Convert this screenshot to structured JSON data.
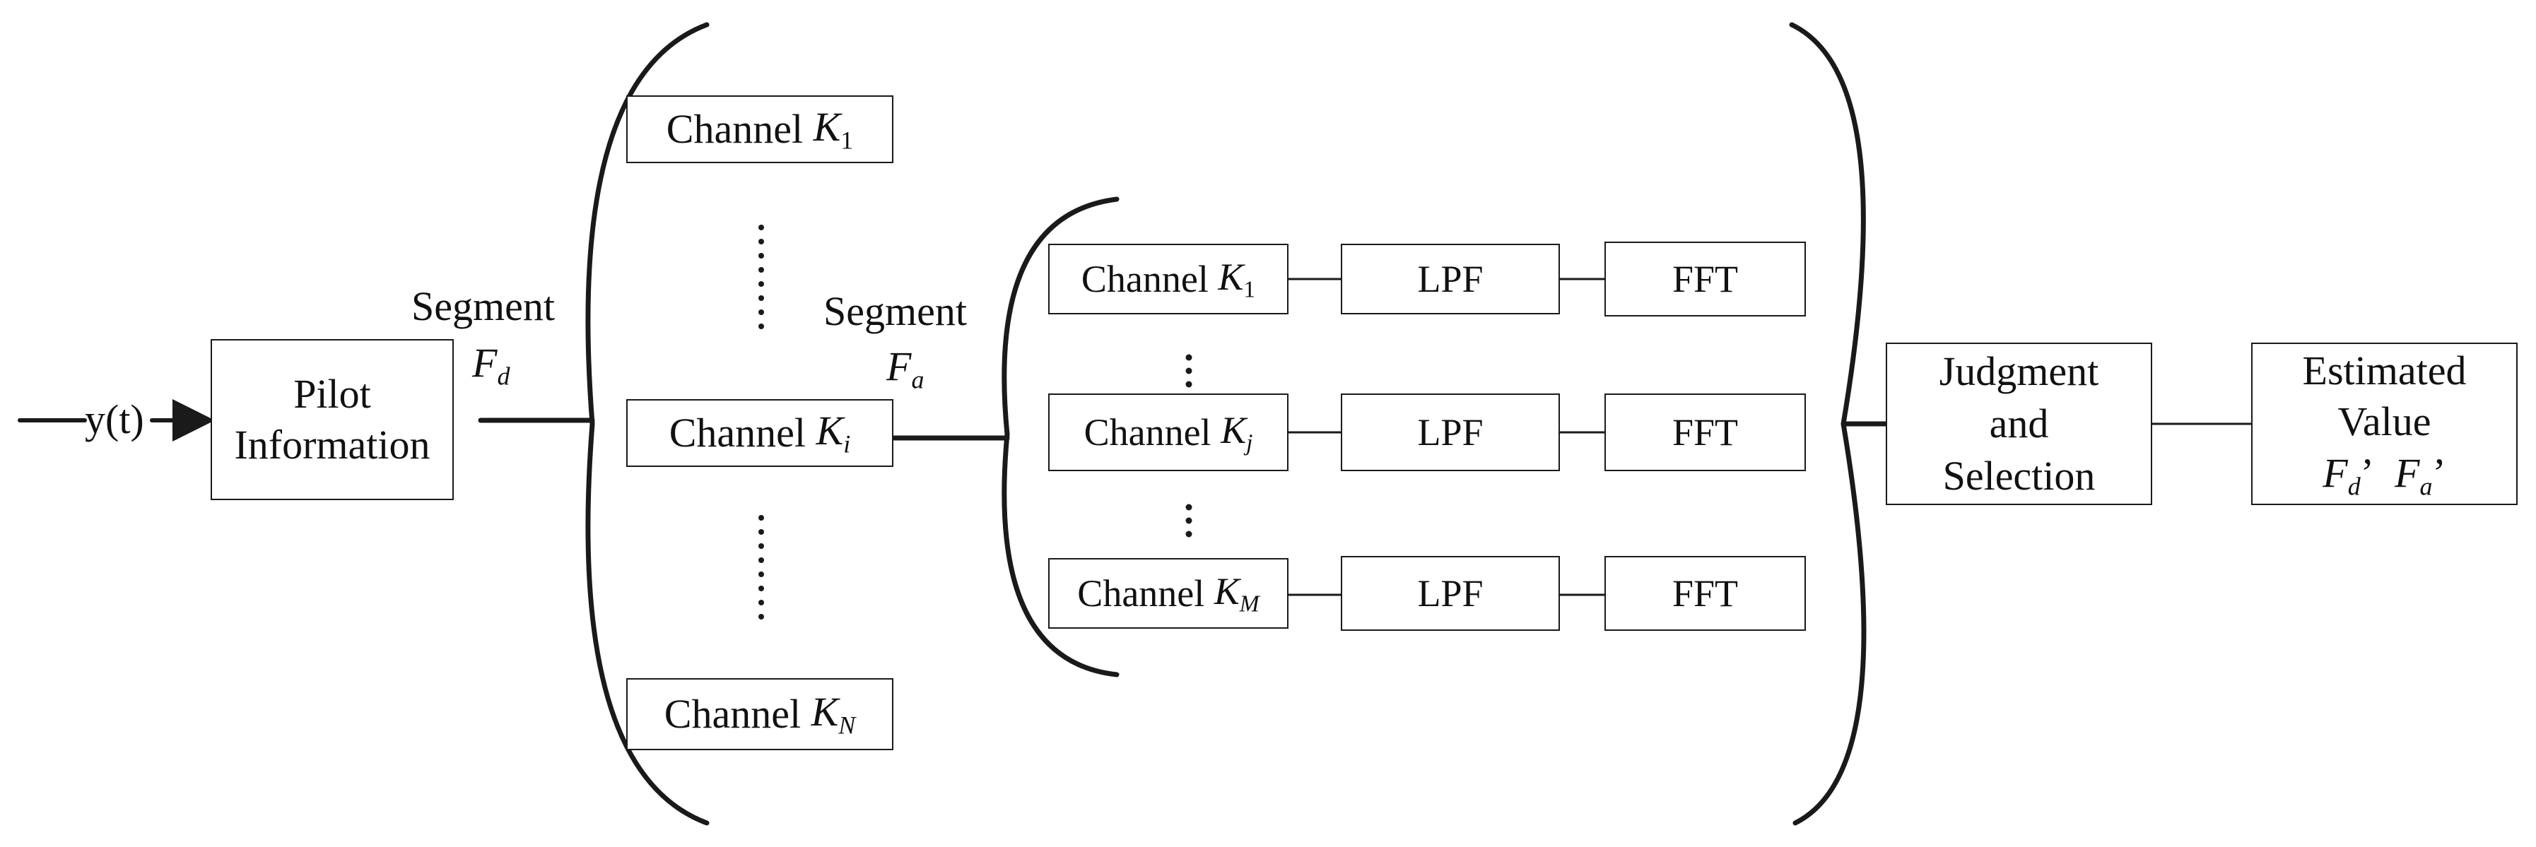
{
  "input_label": "y(t)",
  "pilot_box": {
    "line1": "Pilot",
    "line2": "Information"
  },
  "segment_d": {
    "word": "Segment",
    "sym": "F",
    "sub": "d"
  },
  "segment_a": {
    "word": "Segment",
    "sym": "F",
    "sub": "a"
  },
  "outer_channels": [
    {
      "word": "Channel",
      "sym": "K",
      "sub": "1"
    },
    {
      "word": "Channel",
      "sym": "K",
      "sub": "i"
    },
    {
      "word": "Channel",
      "sym": "K",
      "sub": "N"
    }
  ],
  "inner_rows": [
    {
      "word": "Channel",
      "sym": "K",
      "sub": "1",
      "lpf": "LPF",
      "fft": "FFT"
    },
    {
      "word": "Channel",
      "sym": "K",
      "sub": "j",
      "lpf": "LPF",
      "fft": "FFT"
    },
    {
      "word": "Channel",
      "sym": "K",
      "sub": "M",
      "lpf": "LPF",
      "fft": "FFT"
    }
  ],
  "judgment_box": {
    "line1": "Judgment",
    "line2": "and",
    "line3": "Selection"
  },
  "estimated_box": {
    "line1": "Estimated",
    "line2": "Value",
    "fd": "F",
    "fd_sub": "d",
    "fa": "F",
    "fa_sub": "a",
    "prime": "’"
  },
  "colors": {
    "stroke": "#1a1a1a",
    "text": "#111111",
    "background": "#ffffff"
  }
}
